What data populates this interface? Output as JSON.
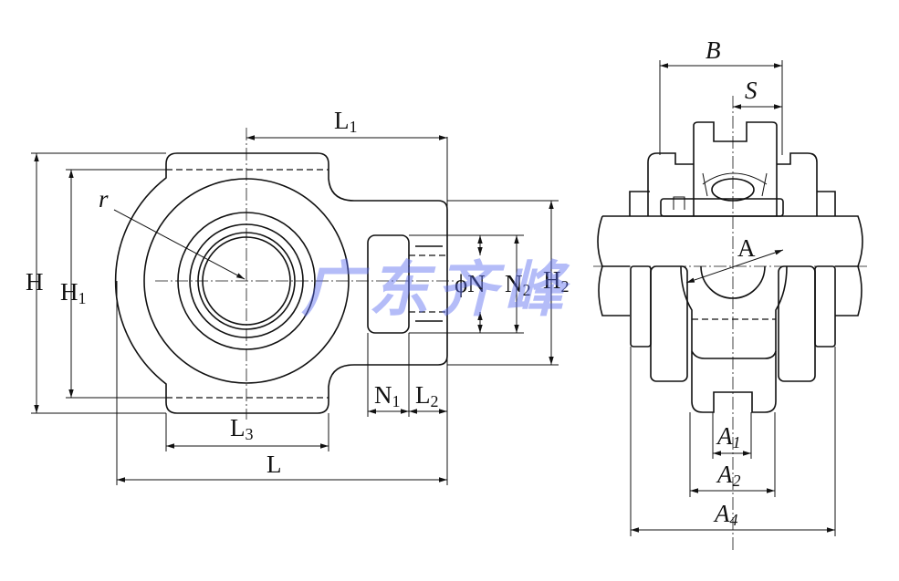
{
  "watermark": "广东齐峰",
  "colors": {
    "line": "#111111",
    "watermark": "#5b6cf0"
  },
  "front_view": {
    "labels": {
      "L1": {
        "base": "L",
        "sub": "1"
      },
      "r": {
        "base": "r",
        "sub": ""
      },
      "H": {
        "base": "H",
        "sub": ""
      },
      "H1": {
        "base": "H",
        "sub": "1"
      },
      "phiN": {
        "base": "ϕN",
        "sub": ""
      },
      "N2": {
        "base": "N",
        "sub": "2"
      },
      "H2": {
        "base": "H",
        "sub": "2"
      },
      "N1": {
        "base": "N",
        "sub": "1"
      },
      "L2": {
        "base": "L",
        "sub": "2"
      },
      "L3": {
        "base": "L",
        "sub": "3"
      },
      "L": {
        "base": "L",
        "sub": ""
      }
    }
  },
  "side_view": {
    "labels": {
      "B": {
        "base": "B",
        "sub": ""
      },
      "S": {
        "base": "S",
        "sub": ""
      },
      "A": {
        "base": "A",
        "sub": ""
      },
      "A1": {
        "base": "A",
        "sub": "1"
      },
      "A2": {
        "base": "A",
        "sub": "2"
      },
      "A4": {
        "base": "A",
        "sub": "4"
      }
    }
  }
}
